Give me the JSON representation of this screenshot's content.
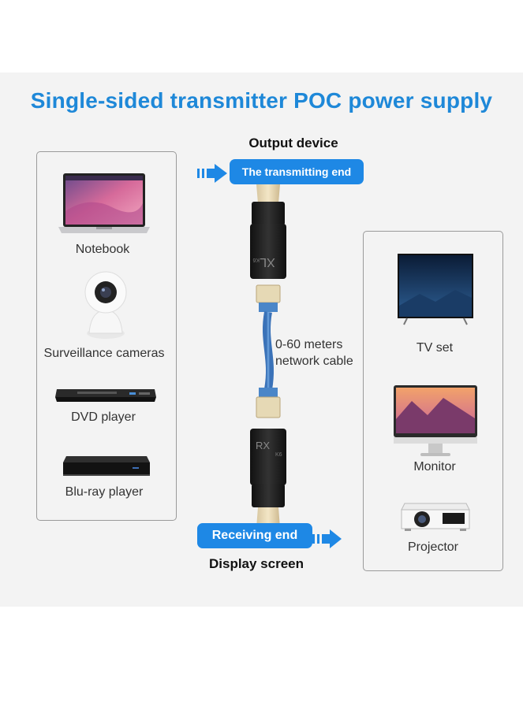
{
  "title": "Single-sided transmitter POC power supply",
  "top": {
    "heading": "Output device",
    "pill": "The transmitting end"
  },
  "bottom": {
    "pill": "Receiving end",
    "heading": "Display screen"
  },
  "cable": {
    "line1": "0-60 meters",
    "line2": "network cable"
  },
  "transmitter_marks": {
    "model": "XL",
    "code": "K6"
  },
  "receiver_marks": {
    "model": "RX",
    "code": "K6"
  },
  "left_devices": [
    "Notebook",
    "Surveillance cameras",
    "DVD player",
    "Blu-ray player"
  ],
  "right_devices": [
    "TV set",
    "Monitor",
    "Projector"
  ],
  "colors": {
    "accent": "#1e88e5",
    "title": "#1e88d8",
    "cable": "#4a86c8"
  }
}
